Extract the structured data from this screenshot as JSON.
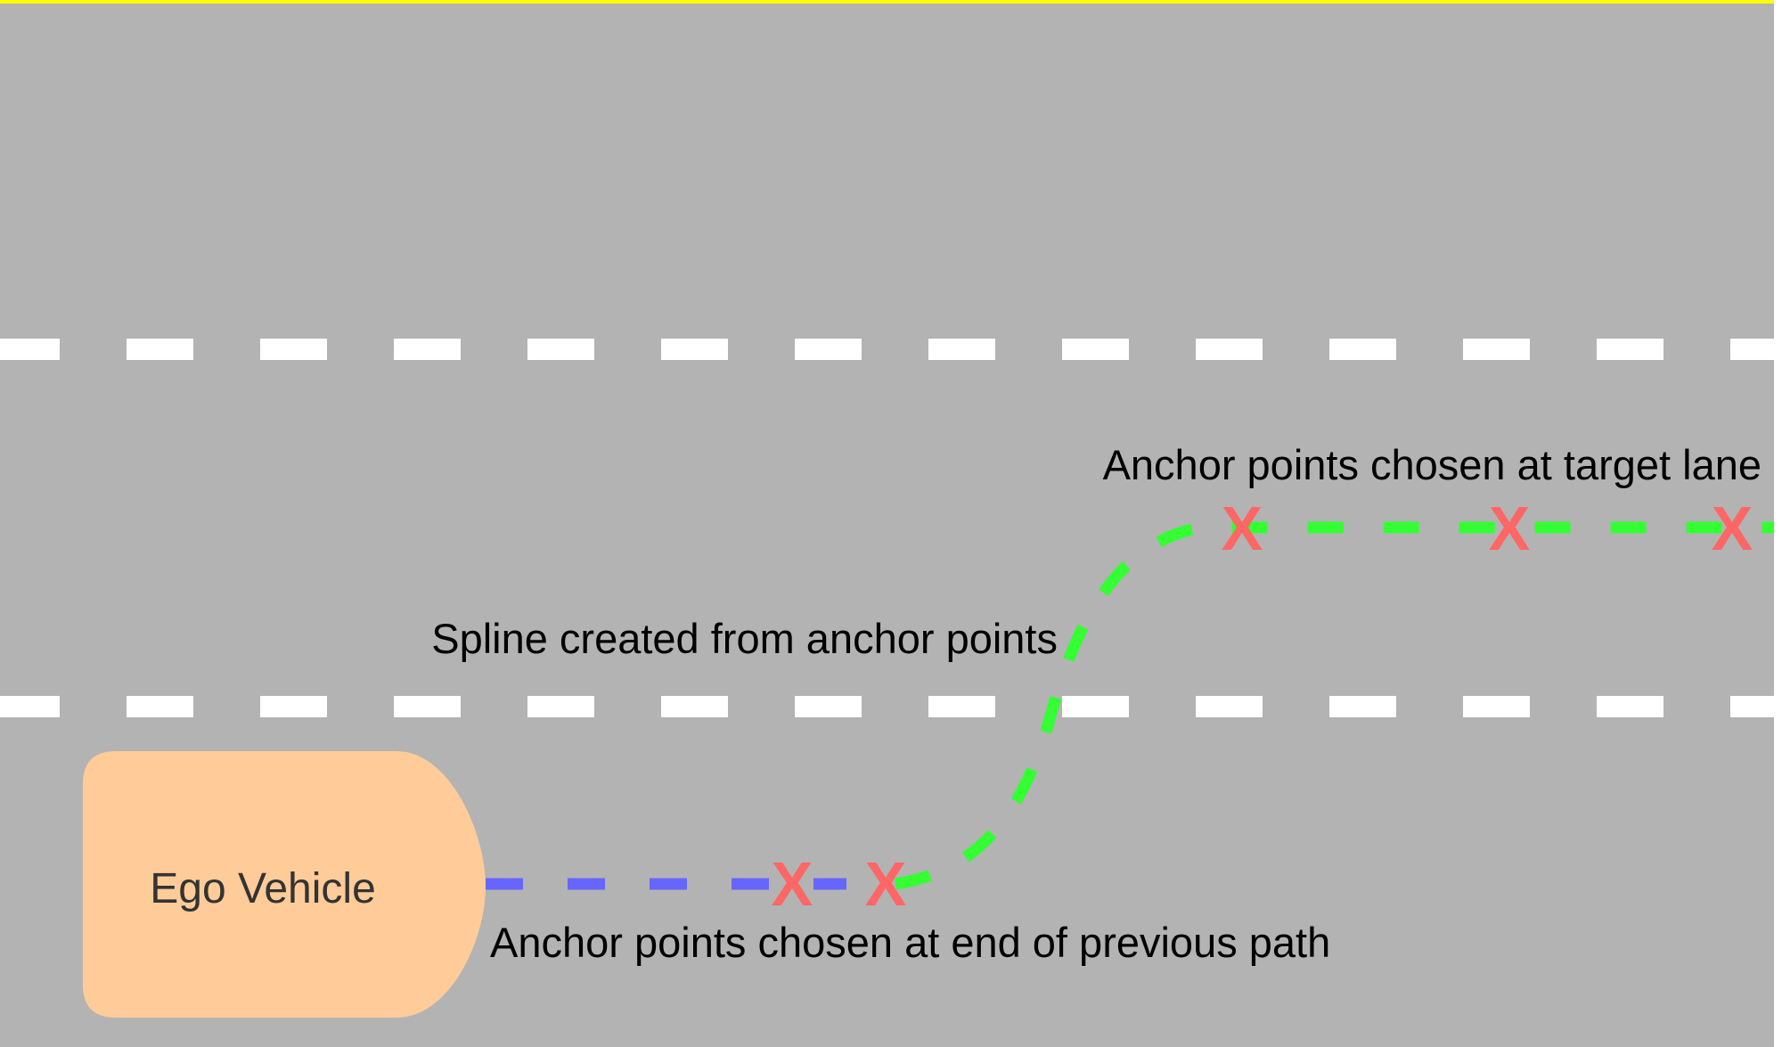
{
  "vehicle": {
    "label": "Ego Vehicle"
  },
  "annotations": {
    "target_lane_anchors": "Anchor points chosen at target lane",
    "spline": "Spline created from anchor points",
    "previous_path_anchors": "Anchor points chosen at end of previous path"
  },
  "anchor_marker_glyph": "X",
  "colors": {
    "road": "#b3b3b3",
    "road_edge": "#ffff00",
    "lane_marking": "#ffffff",
    "vehicle": "#ffcc99",
    "previous_path": "#6666ff",
    "spline": "#33ff33",
    "anchor_marker": "#ff6666"
  }
}
